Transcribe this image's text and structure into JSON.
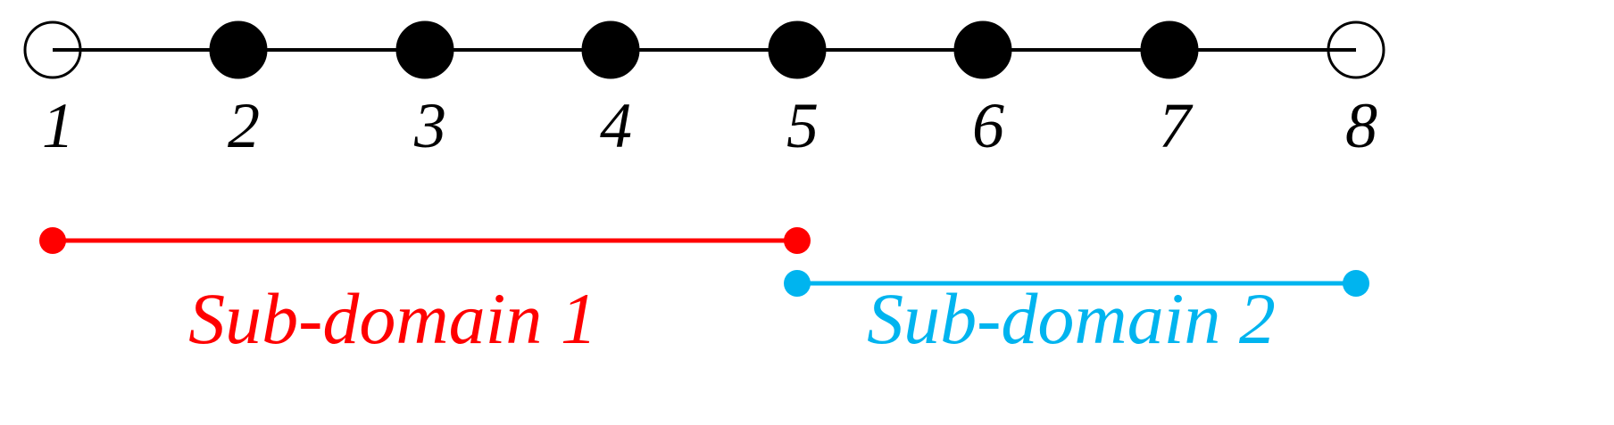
{
  "nodes": [
    {
      "label": "1",
      "filled": false
    },
    {
      "label": "2",
      "filled": true
    },
    {
      "label": "3",
      "filled": true
    },
    {
      "label": "4",
      "filled": true
    },
    {
      "label": "5",
      "filled": true
    },
    {
      "label": "6",
      "filled": true
    },
    {
      "label": "7",
      "filled": true
    },
    {
      "label": "8",
      "filled": false
    }
  ],
  "subdomains": [
    {
      "label": "Sub-domain 1",
      "color": "#ff0000",
      "from_node": 1,
      "to_node": 5
    },
    {
      "label": "Sub-domain 2",
      "color": "#00b4ef",
      "from_node": 5,
      "to_node": 8
    }
  ]
}
